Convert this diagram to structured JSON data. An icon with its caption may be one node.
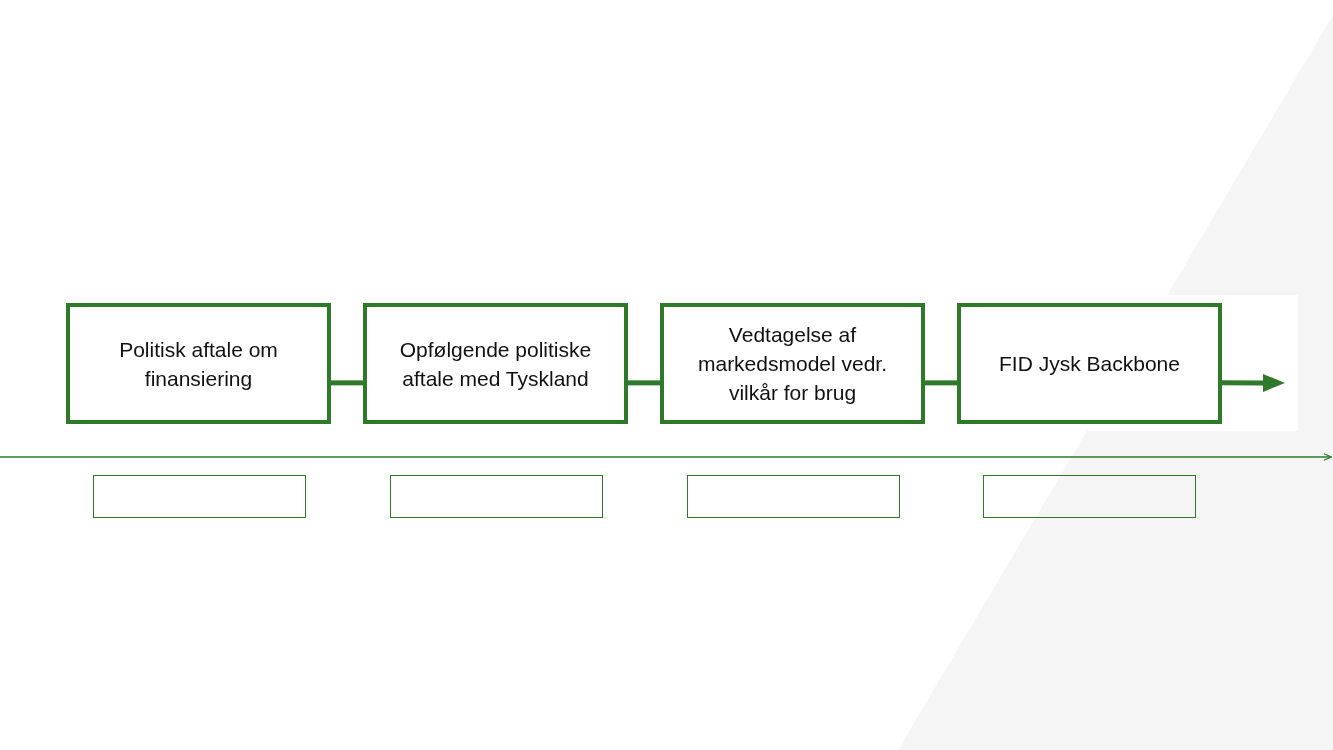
{
  "diagram": {
    "nodes": [
      {
        "text": [
          "Politisk aftale om finansiering"
        ]
      },
      {
        "text": [
          "Opfølgende politiske aftale med Tyskland"
        ]
      },
      {
        "text": [
          "Vedtagelse af markedsmodel vedr. vilkår for brug"
        ]
      },
      {
        "text": [
          "FID Jysk Backbone"
        ]
      },
      {
        "text": [],
        "shape": "box"
      },
      {
        "text": [],
        "shape": "box"
      },
      {
        "text": [],
        "shape": "box"
      },
      {
        "text": [],
        "shape": "box"
      }
    ],
    "edges": [
      {
        "from": 0,
        "to": 1,
        "arrow": "none"
      },
      {
        "from": 1,
        "to": 2,
        "arrow": "none"
      },
      {
        "from": 2,
        "to": 3,
        "arrow": "none"
      },
      {
        "from": 3,
        "to": null,
        "arrow": "to"
      }
    ]
  }
}
